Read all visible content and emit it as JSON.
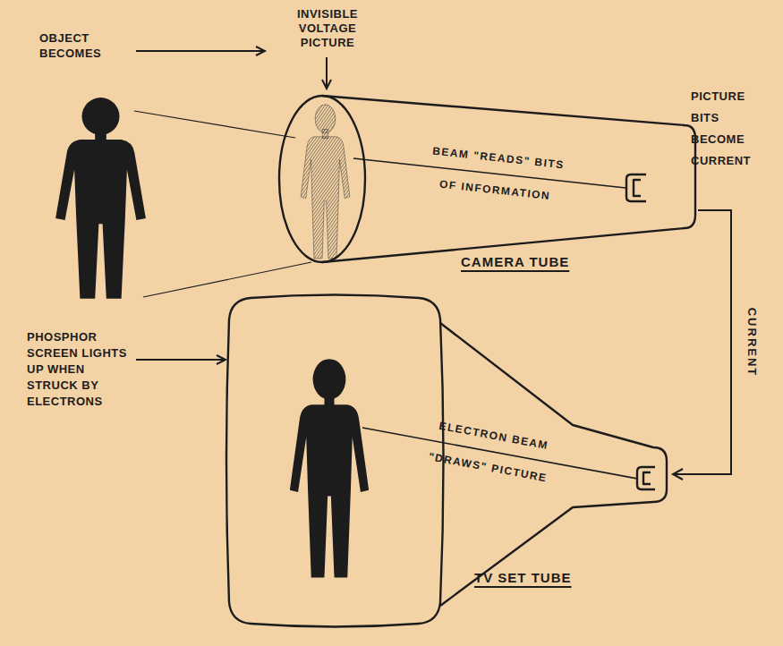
{
  "diagram": {
    "nodes": [
      {
        "text": [
          "BEAM \"READS\" BITS OF INFORMATION",
          "CAMERA TUBE"
        ]
      },
      {
        "text": [
          "ELECTRON BEAM \"DRAWS\" PICTURE",
          "TV SET TUBE"
        ]
      }
    ],
    "edges": [
      {
        "from": 0,
        "to": 1,
        "arrow": "to",
        "label": "CURRENT"
      }
    ],
    "labels": [
      "OBJECT BECOMES",
      "INVISIBLE VOLTAGE PICTURE",
      "PICTURE BITS BECOME CURRENT",
      "PHOSPHOR SCREEN LIGHTS UP WHEN STRUCK BY ELECTRONS"
    ]
  }
}
